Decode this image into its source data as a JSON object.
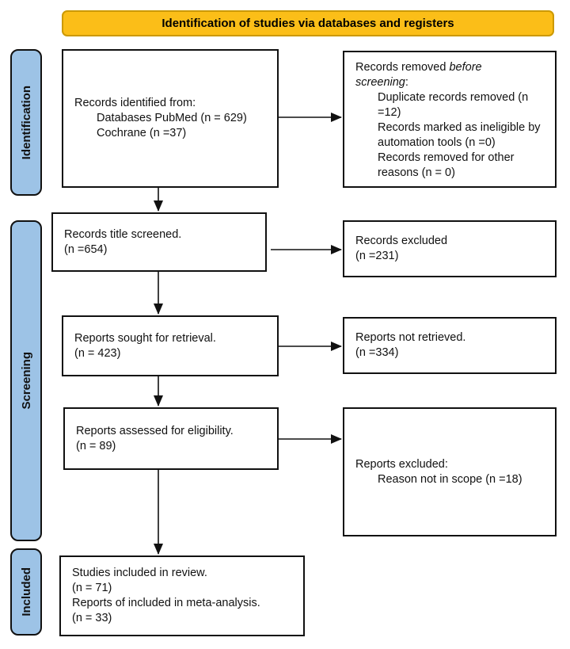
{
  "header": {
    "title": "Identification of studies via databases and registers"
  },
  "colors": {
    "banner_fill": "#FBBE18",
    "banner_border": "#CC9900",
    "stage_fill": "#9DC3E6",
    "box_border": "#111111",
    "arrow": "#111111"
  },
  "stages": [
    {
      "label": "Identification"
    },
    {
      "label": "Screening"
    },
    {
      "label": "Included"
    }
  ],
  "boxes": {
    "identified": {
      "title": "Records identified from:",
      "items": [
        "Databases PubMed (n = 629)",
        "Cochrane (n =37)"
      ]
    },
    "removed_before": {
      "pre": "Records removed ",
      "italic": "before screening",
      "post": ":",
      "items": [
        "Duplicate records removed (n =12)",
        "Records marked as ineligible by automation tools (n =0)",
        "Records removed for other reasons (n = 0)"
      ]
    },
    "title_screened": {
      "lines": [
        "Records title screened.",
        "(n =654)"
      ]
    },
    "records_excluded": {
      "lines": [
        "Records excluded",
        "(n =231)"
      ]
    },
    "sought": {
      "lines": [
        "Reports sought for retrieval.",
        "(n = 423)"
      ]
    },
    "not_retrieved": {
      "lines": [
        "Reports not retrieved.",
        "(n =334)"
      ]
    },
    "assessed": {
      "lines": [
        "Reports assessed for eligibility.",
        "(n = 89)"
      ]
    },
    "reports_excluded": {
      "title": "Reports excluded:",
      "items": [
        "Reason not in scope (n =18)"
      ]
    },
    "included": {
      "lines": [
        "Studies included in review.",
        "(n = 71)",
        "Reports of included in meta-analysis.",
        "(n = 33)"
      ]
    }
  }
}
